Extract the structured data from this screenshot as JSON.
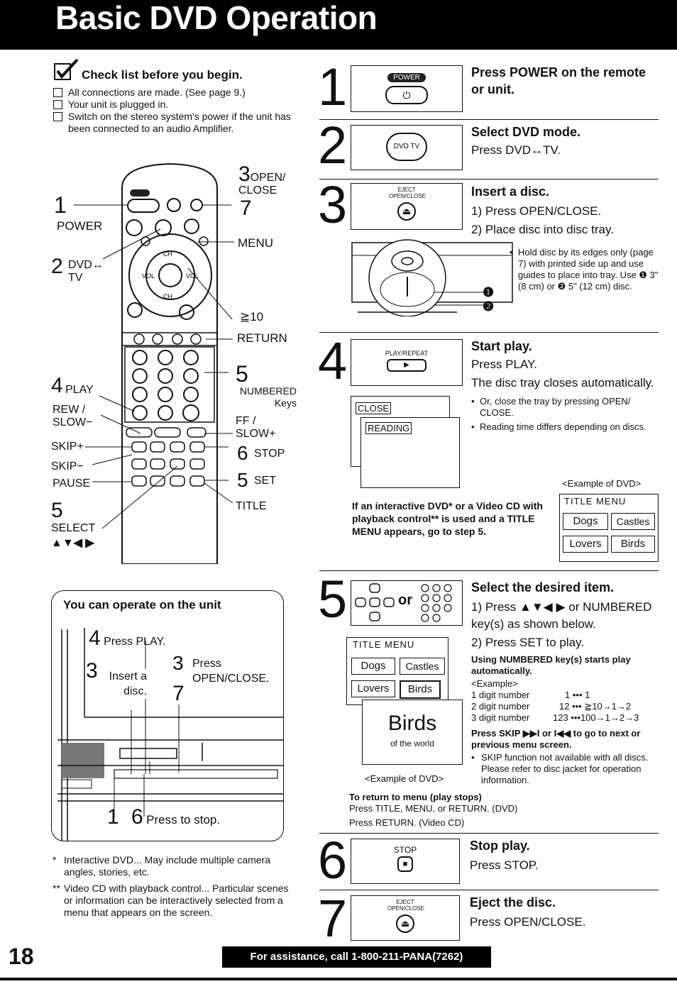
{
  "header": {
    "title": "Basic DVD Operation"
  },
  "checklist": {
    "title": "Check list before you begin.",
    "items": [
      "All connections are made. (See page 9.)",
      "Your unit is plugged in.",
      "Switch on the stereo system's power if the unit has been connected to an audio Amplifier."
    ]
  },
  "remote_labels": {
    "open_close": "OPEN/ CLOSE",
    "n3": "3",
    "n7": "7",
    "n1": "1",
    "power": "POWER",
    "n2": "2",
    "dvd_tv": "DVD↔ TV",
    "menu": "MENU",
    "ge10": "≧10",
    "return": "RETURN",
    "n4": "4",
    "play": "PLAY",
    "rew": "REW / SLOW−",
    "skip_plus": "SKIP+",
    "skip_minus": "SKIP−",
    "pause": "PAUSE",
    "n5a": "5",
    "select": "SELECT",
    "arrows": "▲▼◀ ▶",
    "n5b": "5",
    "numbered": "NUMBERED Keys",
    "ff": "FF / SLOW+",
    "n6": "6",
    "stop": "STOP",
    "n5c": "5",
    "set": "SET",
    "title": "TITLE"
  },
  "unit_box": {
    "title": "You can operate on the unit",
    "n4": "4",
    "press_play": "Press PLAY.",
    "n3a": "3",
    "insert": "Insert a disc.",
    "n3b": "3",
    "press_open": "Press OPEN/CLOSE.",
    "n7": "7",
    "n1": "1",
    "n6": "6",
    "press_stop": "Press to stop."
  },
  "notes": {
    "interactive": "Interactive DVD... May include multiple camera angles, stories, etc.",
    "videocd": "Video CD with playback control... Particular scenes or information can be interactively selected from a menu that appears on the screen.",
    "star1": "*",
    "star2": "**"
  },
  "page_number": "18",
  "footer": "For assistance, call 1-800-211-PANA(7262)",
  "steps": [
    {
      "num": "1",
      "title": "Press POWER on the remote or unit.",
      "button": "POWER",
      "icon": "power-icon"
    },
    {
      "num": "2",
      "title": "Select DVD mode.",
      "text": "Press DVD↔TV.",
      "button": "DVD TV"
    },
    {
      "num": "3",
      "title": "Insert a disc.",
      "l1": "1) Press OPEN/CLOSE.",
      "l2": "2) Place disc into disc tray.",
      "button": "EJECT OPEN/CLOSE",
      "bullet": "Hold disc by its edges only (page 7) with printed side up and use guides to place into tray. Use ❶ 3\"(8 cm) or ❷ 5\" (12 cm) disc.",
      "m1": "❶",
      "m2": "❷"
    },
    {
      "num": "4",
      "title": "Start play.",
      "l1": "Press PLAY.",
      "l2": "The disc tray closes automatically.",
      "button": "PLAY/REPEAT",
      "screen1": "CLOSE",
      "screen2": "READING",
      "b1": "Or, close the tray by pressing OPEN/ CLOSE.",
      "b2": "Reading time differs depending on discs.",
      "example": "<Example of DVD>",
      "interactive": "If an interactive DVD* or a Video CD with playback control** is used and a TITLE MENU appears, go to step 5.",
      "menu_title": "TITLE MENU",
      "menu": [
        "Dogs",
        "Castles",
        "Lovers",
        "Birds"
      ]
    },
    {
      "num": "5",
      "title": "Select the desired item.",
      "or": "or",
      "l1": "1) Press ▲▼◀ ▶ or NUMBERED key(s) as shown below.",
      "l2": "2) Press SET to play.",
      "using": "Using NUMBERED key(s) starts play automatically.",
      "example_tag": "<Example>",
      "rows": [
        [
          "1 digit number",
          "1 ••• 1"
        ],
        [
          "2 digit number",
          "12 ••• ≧10→1→2"
        ],
        [
          "3 digit number",
          "123 •••100→1→2→3"
        ]
      ],
      "skip": "Press SKIP ▶▶I or I◀◀ to go to next or previous menu screen.",
      "skip_note": "SKIP function not available with all discs. Please refer to disc jacket for operation information.",
      "menu_title": "TITLE MENU",
      "menu": [
        "Dogs",
        "Castles",
        "Lovers",
        "Birds"
      ],
      "big": "Birds",
      "sub": "of the world",
      "example": "<Example of DVD>",
      "return_title": "To return to menu (play stops)",
      "return1": "Press TITLE, MENU, or RETURN. (DVD)",
      "return2": "Press RETURN. (Video CD)"
    },
    {
      "num": "6",
      "title": "Stop play.",
      "text": "Press STOP.",
      "button": "STOP"
    },
    {
      "num": "7",
      "title": "Eject the disc.",
      "text": "Press OPEN/CLOSE.",
      "button": "EJECT OPEN/CLOSE"
    }
  ]
}
